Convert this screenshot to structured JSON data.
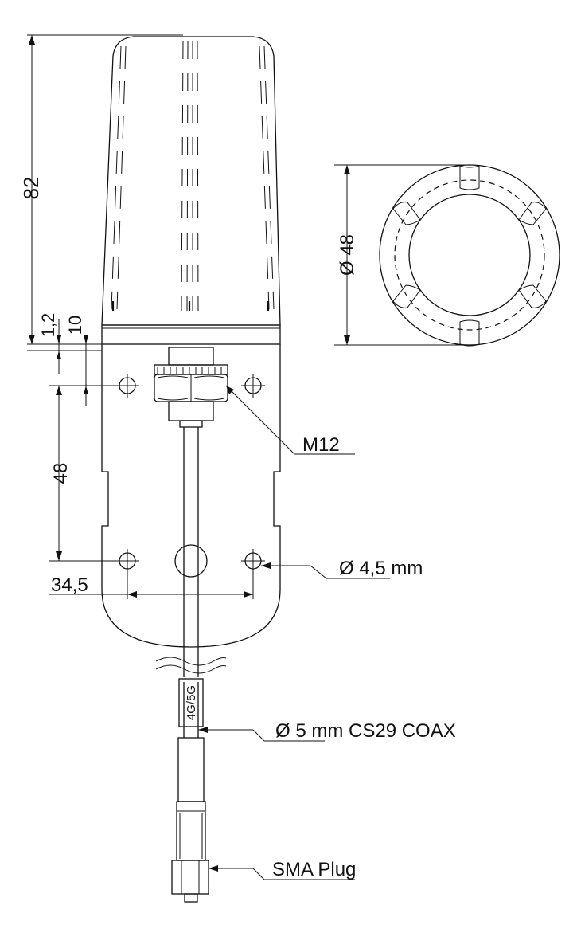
{
  "dimensions": {
    "height_total": "82",
    "base_thickness": "1,2",
    "flange_offset": "10",
    "mount_spacing_v": "48",
    "mount_spacing_h": "34,5",
    "diameter_top": "Ø 48",
    "hole_diameter": "Ø 4,5 mm"
  },
  "callouts": {
    "nut_thread": "M12",
    "cable": "Ø 5 mm CS29 COAX",
    "connector": "SMA Plug",
    "cable_tag": "4G/5G"
  }
}
